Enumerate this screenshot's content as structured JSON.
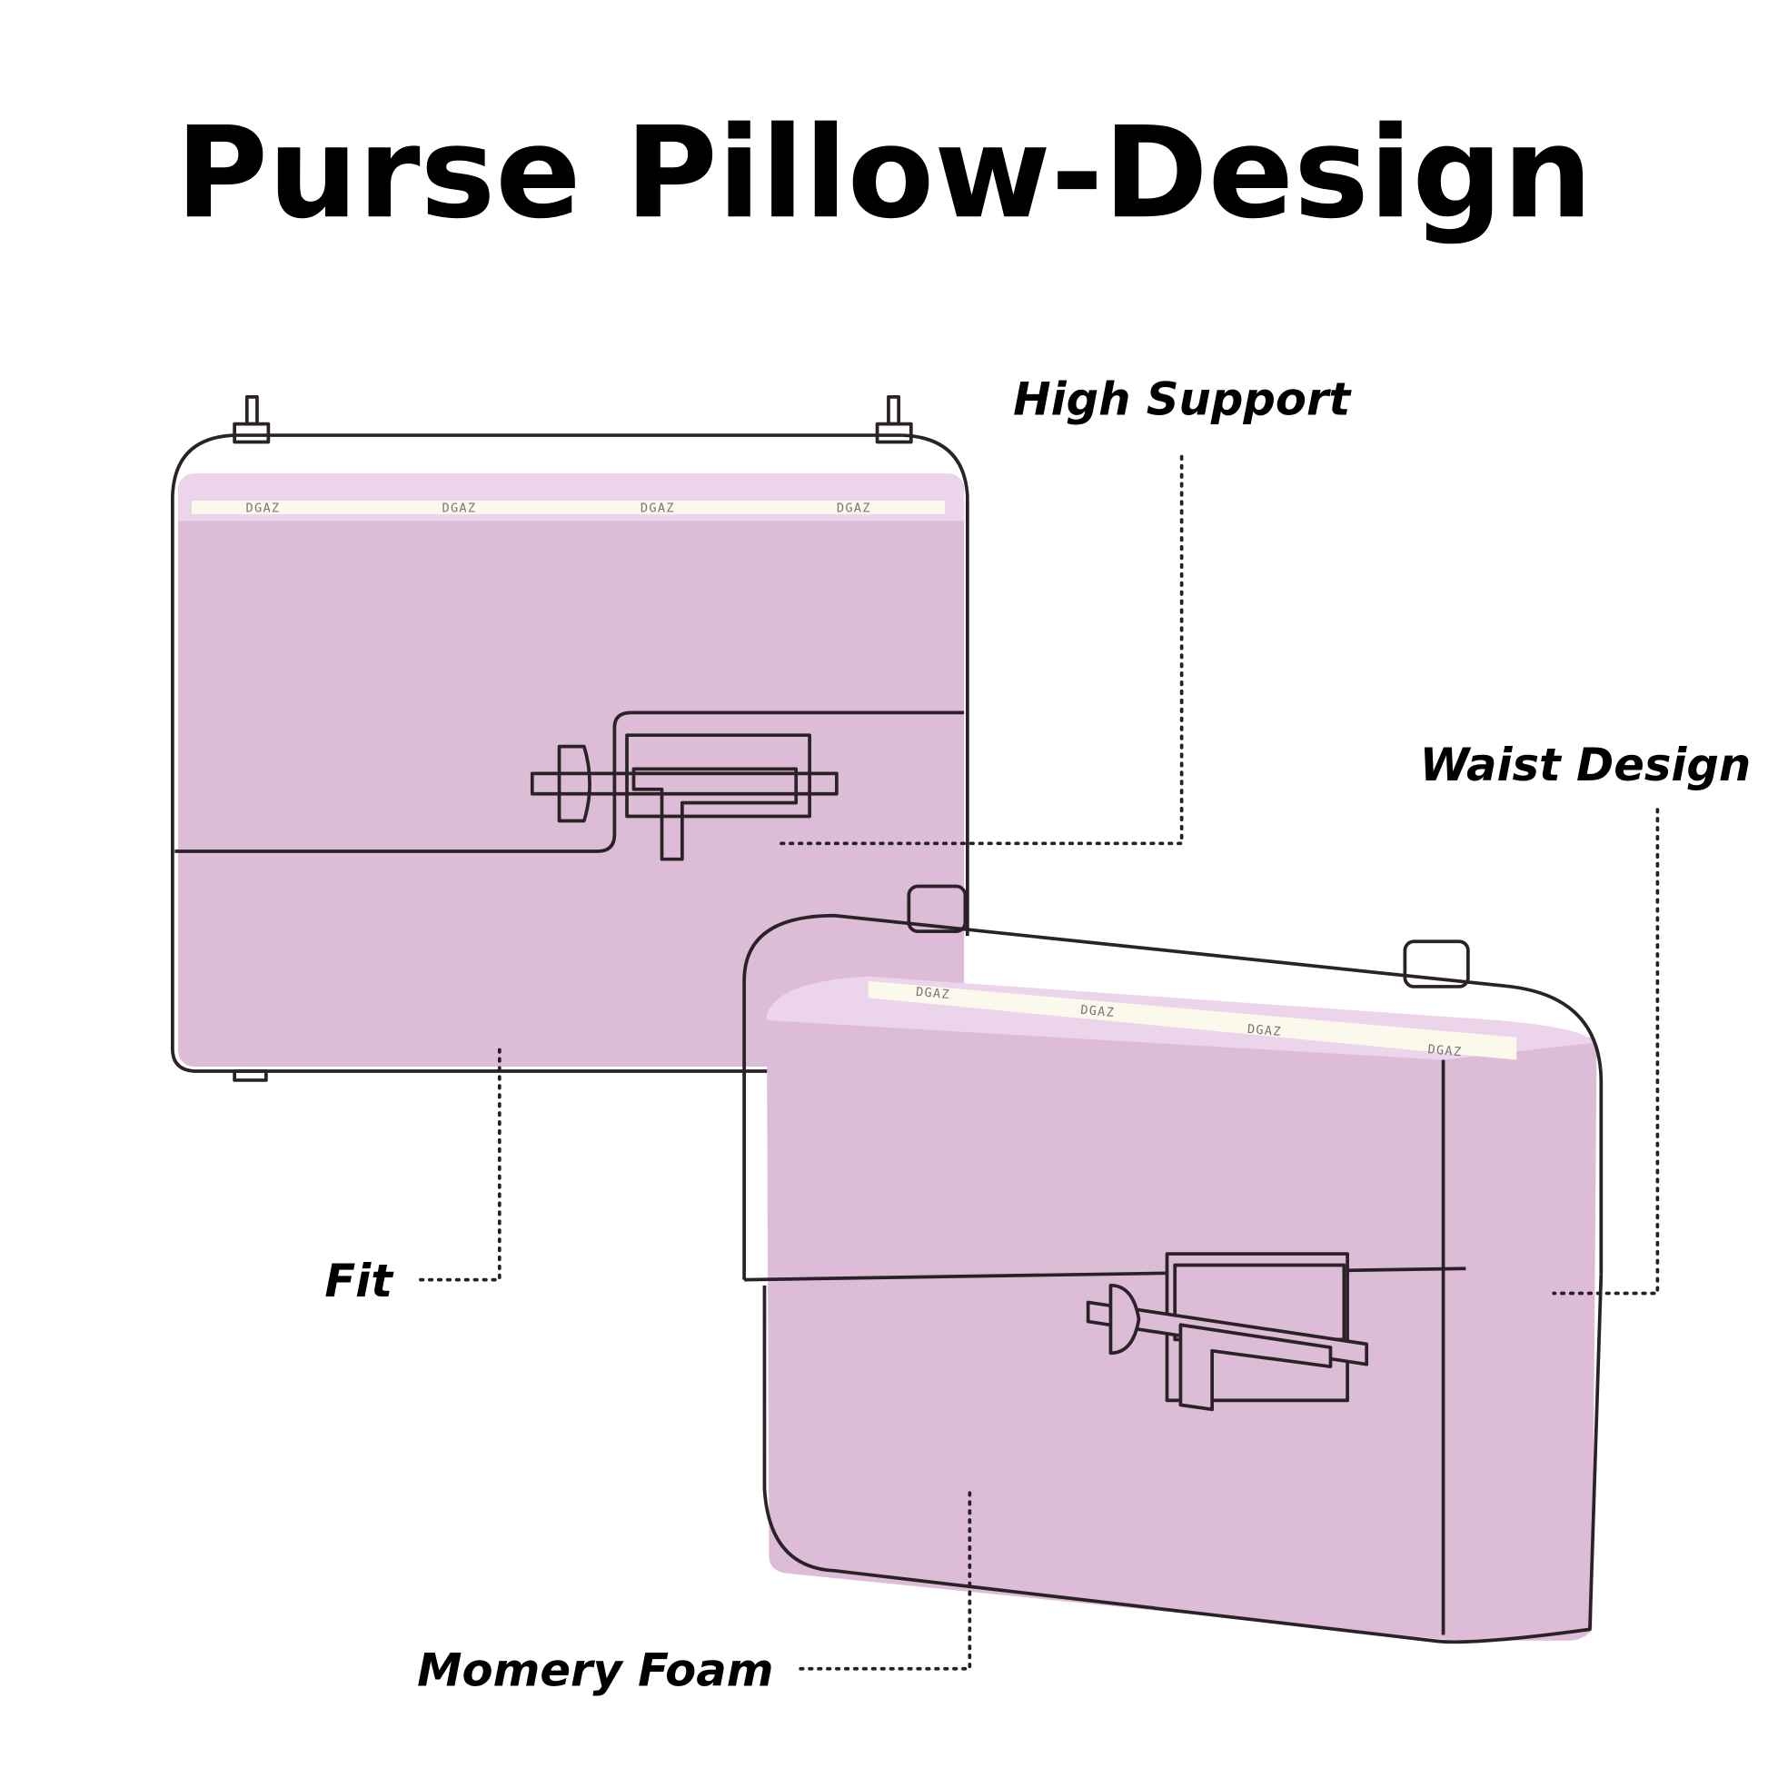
{
  "title": "Purse Pillow-Design",
  "labels": {
    "high_support": "High Support",
    "waist_design": "Waist Design",
    "fit": "Fit",
    "memory_foam": "Momery Foam"
  },
  "brand_print": "DGAZ",
  "colors": {
    "pillow_pink": "#dcbcd6",
    "pillow_top": "#ecd4ea",
    "strip_cream": "#fbf8ec",
    "outline": "#2a2226"
  }
}
